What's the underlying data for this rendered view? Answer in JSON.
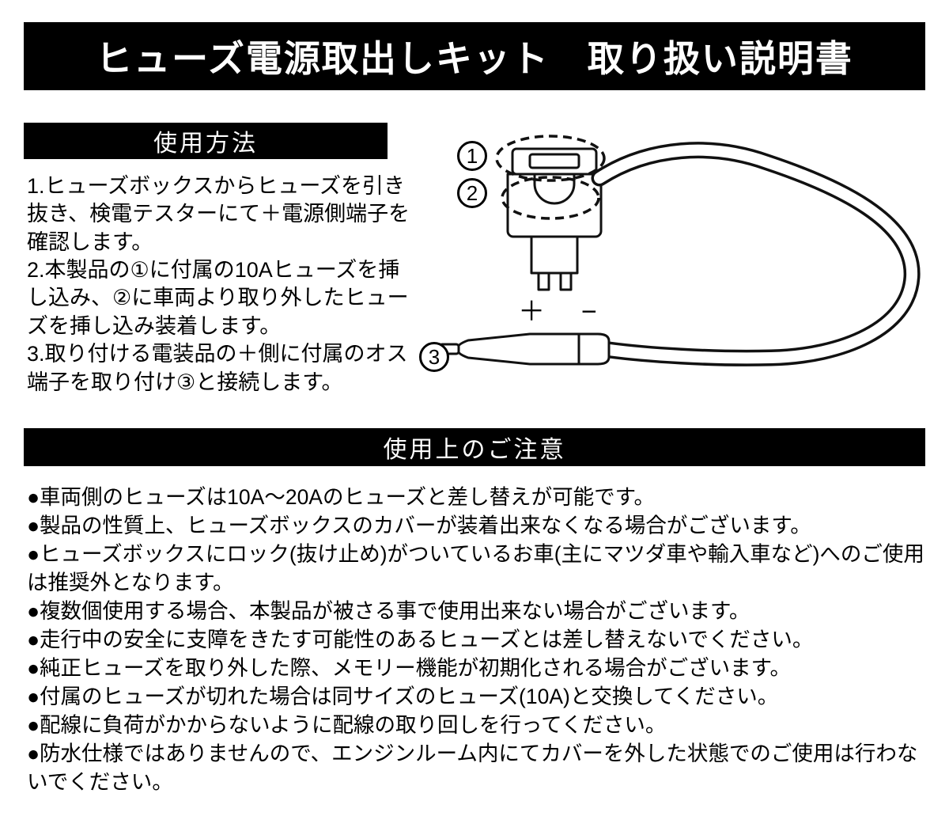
{
  "title_banner": "ヒューズ電源取出しキット　取り扱い説明書",
  "usage": {
    "header": "使用方法",
    "steps": [
      "1.ヒューズボックスからヒューズを引き抜き、検電テスターにて＋電源側端子を確認します。",
      "2.本製品の①に付属の10Aヒューズを挿し込み、②に車両より取り外したヒューズを挿し込み装着します。",
      "3.取り付ける電装品の＋側に付属のオス端子を取り付け③と接続します。"
    ]
  },
  "diagram": {
    "callout_1": "1",
    "callout_2": "2",
    "callout_3": "3",
    "polarity": "＋　−"
  },
  "caution": {
    "header": "使用上のご注意",
    "items": [
      "●車両側のヒューズは10A〜20Aのヒューズと差し替えが可能です。",
      "●製品の性質上、ヒューズボックスのカバーが装着出来なくなる場合がございます。",
      "●ヒューズボックスにロック(抜け止め)がついているお車(主にマツダ車や輸入車など)へのご使用は推奨外となります。",
      "●複数個使用する場合、本製品が被さる事で使用出来ない場合がございます。",
      "●走行中の安全に支障をきたす可能性のあるヒューズとは差し替えないでください。",
      "●純正ヒューズを取り外した際、メモリー機能が初期化される場合がございます。",
      "●付属のヒューズが切れた場合は同サイズのヒューズ(10A)と交換してください。",
      "●配線に負荷がかからないように配線の取り回しを行ってください。",
      "●防水仕様ではありませんので、エンジンルーム内にてカバーを外した状態でのご使用は行わないでください。"
    ]
  },
  "colors": {
    "banner_bg": "#000000",
    "banner_text": "#ffffff",
    "body_text": "#000000",
    "background": "#ffffff"
  }
}
